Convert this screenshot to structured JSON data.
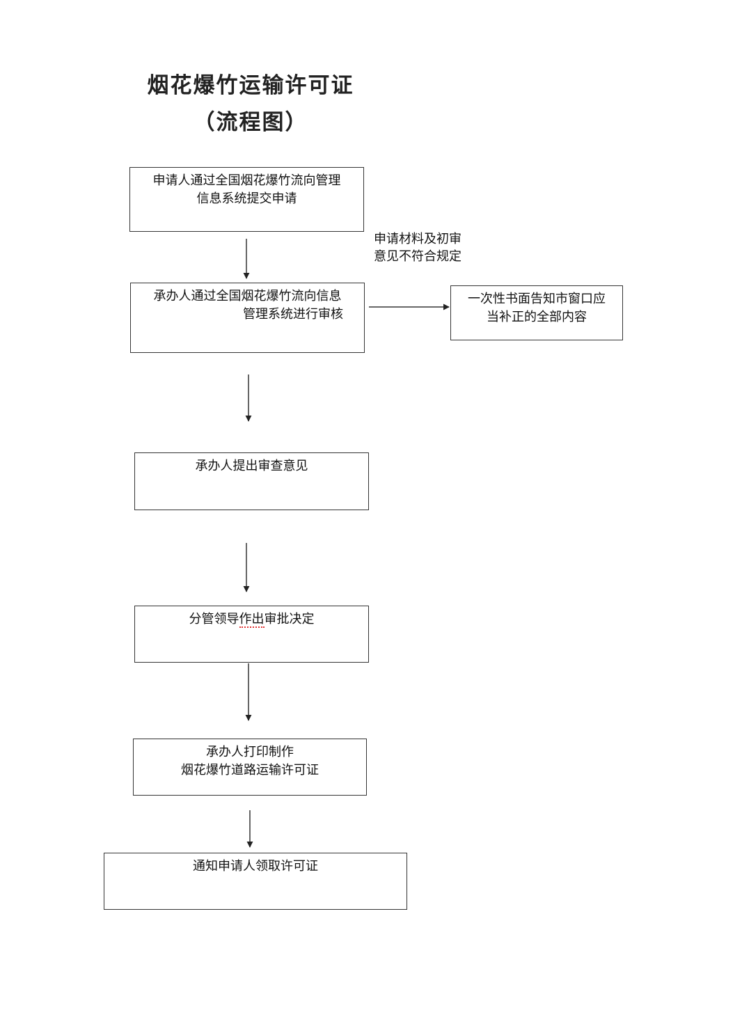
{
  "title": {
    "main": "烟花爆竹运输许可证",
    "sub": "（流程图）"
  },
  "steps": [
    {
      "lines": [
        "申请人通过全国烟花爆竹流向管理",
        "信息系统提交申请"
      ]
    },
    {
      "lines": [
        "承办人通过全国烟花爆竹流向信息",
        "管理系统进行审核"
      ]
    },
    {
      "lines": [
        "承办人提出审查意见"
      ]
    },
    {
      "lines_parts": [
        "分管领导",
        "作出",
        "审批决定"
      ]
    },
    {
      "lines": [
        "承办人打印制作",
        "烟花爆竹道路运输许可证"
      ]
    },
    {
      "lines": [
        "通知申请人领取许可证"
      ]
    }
  ],
  "branch": {
    "condition_lines": [
      "申请材料及初审",
      "意见不符合规定"
    ],
    "result_lines": [
      "一次性书面告知市窗口应",
      "当补正的全部内容"
    ]
  },
  "colors": {
    "line": "#333333",
    "spellcheck_underline": "#e03030"
  }
}
